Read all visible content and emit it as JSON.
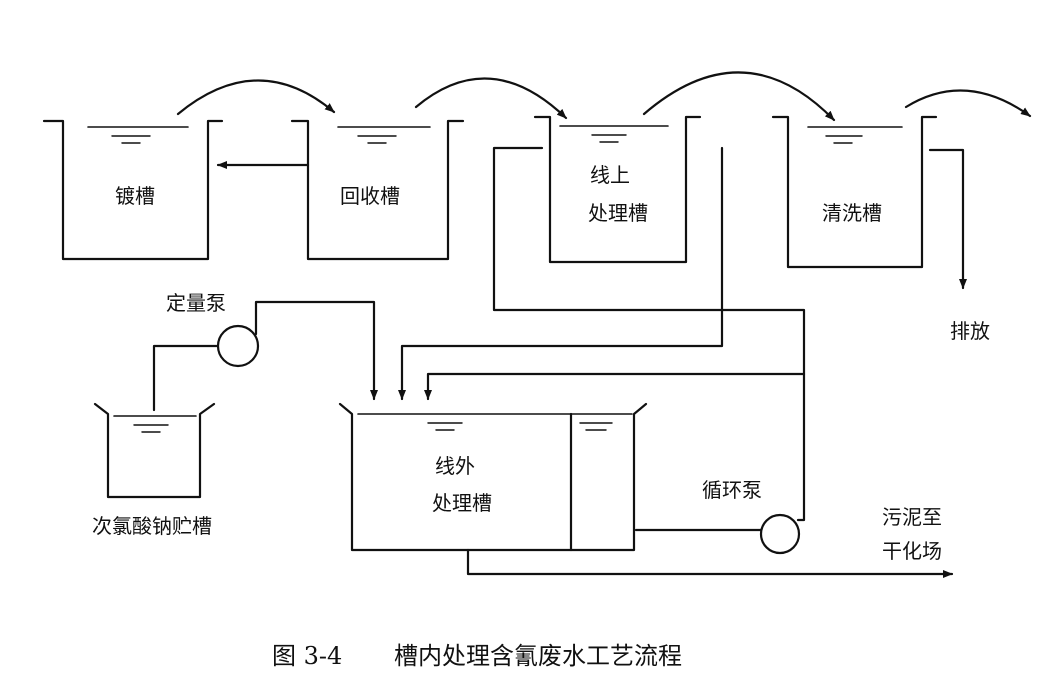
{
  "tanks": {
    "plating": "镀槽",
    "recovery": "回收槽",
    "online_line1": "线上",
    "online_line2": "处理槽",
    "rinse": "清洗槽",
    "hypochlorite": "次氯酸钠贮槽",
    "offline_line1": "线外",
    "offline_line2": "处理槽"
  },
  "labels": {
    "metering_pump": "定量泵",
    "circulation_pump": "循环泵",
    "discharge": "排放",
    "sludge_line1": "污泥至",
    "sludge_line2": "干化场"
  },
  "caption": {
    "figure_no": "图 3-4",
    "title": "槽内处理含氰废水工艺流程"
  }
}
